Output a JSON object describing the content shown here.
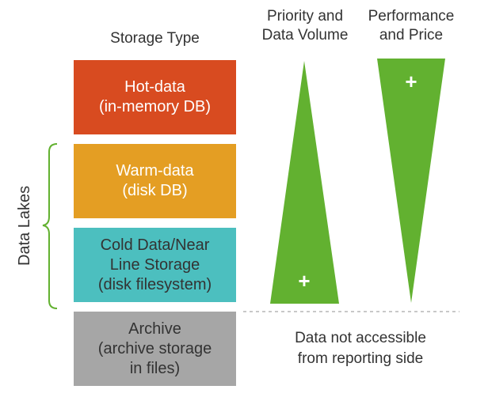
{
  "headers": {
    "storage_type": "Storage Type",
    "priority": [
      "Priority and",
      "Data Volume"
    ],
    "performance": [
      "Performance",
      "and Price"
    ]
  },
  "tiers": [
    {
      "lines": [
        "Hot-data",
        "(in-memory DB)"
      ],
      "color": "#D84B20"
    },
    {
      "lines": [
        "Warm-data",
        "(disk DB)"
      ],
      "color": "#E49E23"
    },
    {
      "lines": [
        "Cold Data/Near",
        "Line Storage",
        "(disk filesystem)"
      ],
      "color": "#4CBFBF"
    },
    {
      "lines": [
        "Archive",
        "(archive storage",
        "in files)"
      ],
      "color": "#A6A6A6"
    }
  ],
  "bracket_label": "Data Lakes",
  "triangles": {
    "priority_plus": "+",
    "performance_plus": "+",
    "color": "#62B130"
  },
  "note": [
    "Data not accessible",
    "from reporting side"
  ]
}
